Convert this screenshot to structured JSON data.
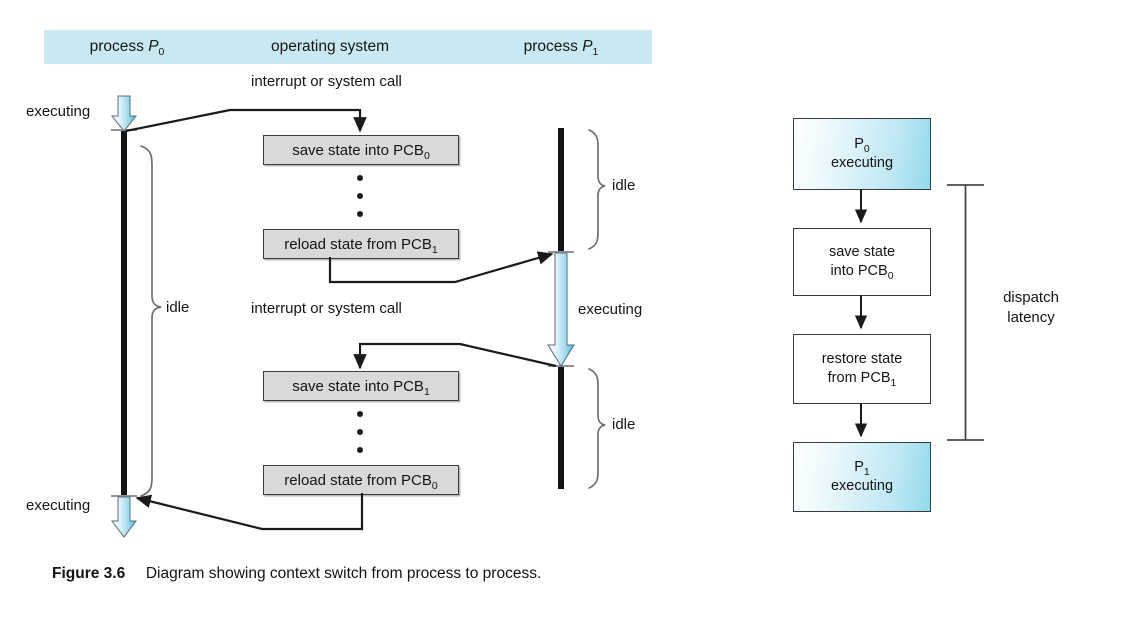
{
  "figure": {
    "caption_label": "Figure 3.6",
    "caption_text": "Diagram showing context switch from process to process."
  },
  "header": {
    "band_color": "#c9e9f2",
    "columns": [
      {
        "prefix": "process ",
        "symbol": "P",
        "sub": "0"
      },
      {
        "prefix": "operating system",
        "symbol": "",
        "sub": ""
      },
      {
        "prefix": "process ",
        "symbol": "P",
        "sub": "1"
      }
    ]
  },
  "labels": {
    "interrupt_1": "interrupt or system call",
    "interrupt_2": "interrupt or system call",
    "executing_top_left": "executing",
    "executing_bottom_left": "executing",
    "executing_right": "executing",
    "idle_left": "idle",
    "idle_right_1": "idle",
    "idle_right_2": "idle",
    "dispatch_latency_line1": "dispatch",
    "dispatch_latency_line2": "latency"
  },
  "os_boxes": [
    {
      "text": "save state into PCB",
      "sub": "0",
      "name": "save-state-pcb0-box"
    },
    {
      "text": "reload state from PCB",
      "sub": "1",
      "name": "reload-state-pcb1-box"
    },
    {
      "text": "save state into PCB",
      "sub": "1",
      "name": "save-state-pcb1-box"
    },
    {
      "text": "reload state from PCB",
      "sub": "0",
      "name": "reload-state-pcb0-box"
    }
  ],
  "flowchart": {
    "boxes": [
      {
        "line1": "P",
        "sub1": "0",
        "line2": "executing",
        "sub2": "",
        "style": "blue"
      },
      {
        "line1": "save state",
        "sub1": "",
        "line2": "into PCB",
        "sub2": "0",
        "style": "white"
      },
      {
        "line1": "restore state",
        "sub1": "",
        "line2": "from PCB",
        "sub2": "1",
        "style": "white"
      },
      {
        "line1": "P",
        "sub1": "1",
        "line2": "executing",
        "sub2": "",
        "style": "blue"
      }
    ]
  },
  "colors": {
    "header_band": "#c9e9f2",
    "os_box_fill": "#d9d9d9",
    "os_box_border": "#3c3c3c",
    "timeline_black": "#141414",
    "arrow_blue_light": "#eaf7fd",
    "arrow_blue_mid": "#8fd3ea",
    "arrow_blue_dark": "#2ba8d8",
    "brace_gray": "#6e6e6e",
    "flow_blue_gradient_start": "#fdffff",
    "flow_blue_gradient_end": "#93d9ec",
    "connector_black": "#1b1b1b",
    "background": "#ffffff"
  }
}
